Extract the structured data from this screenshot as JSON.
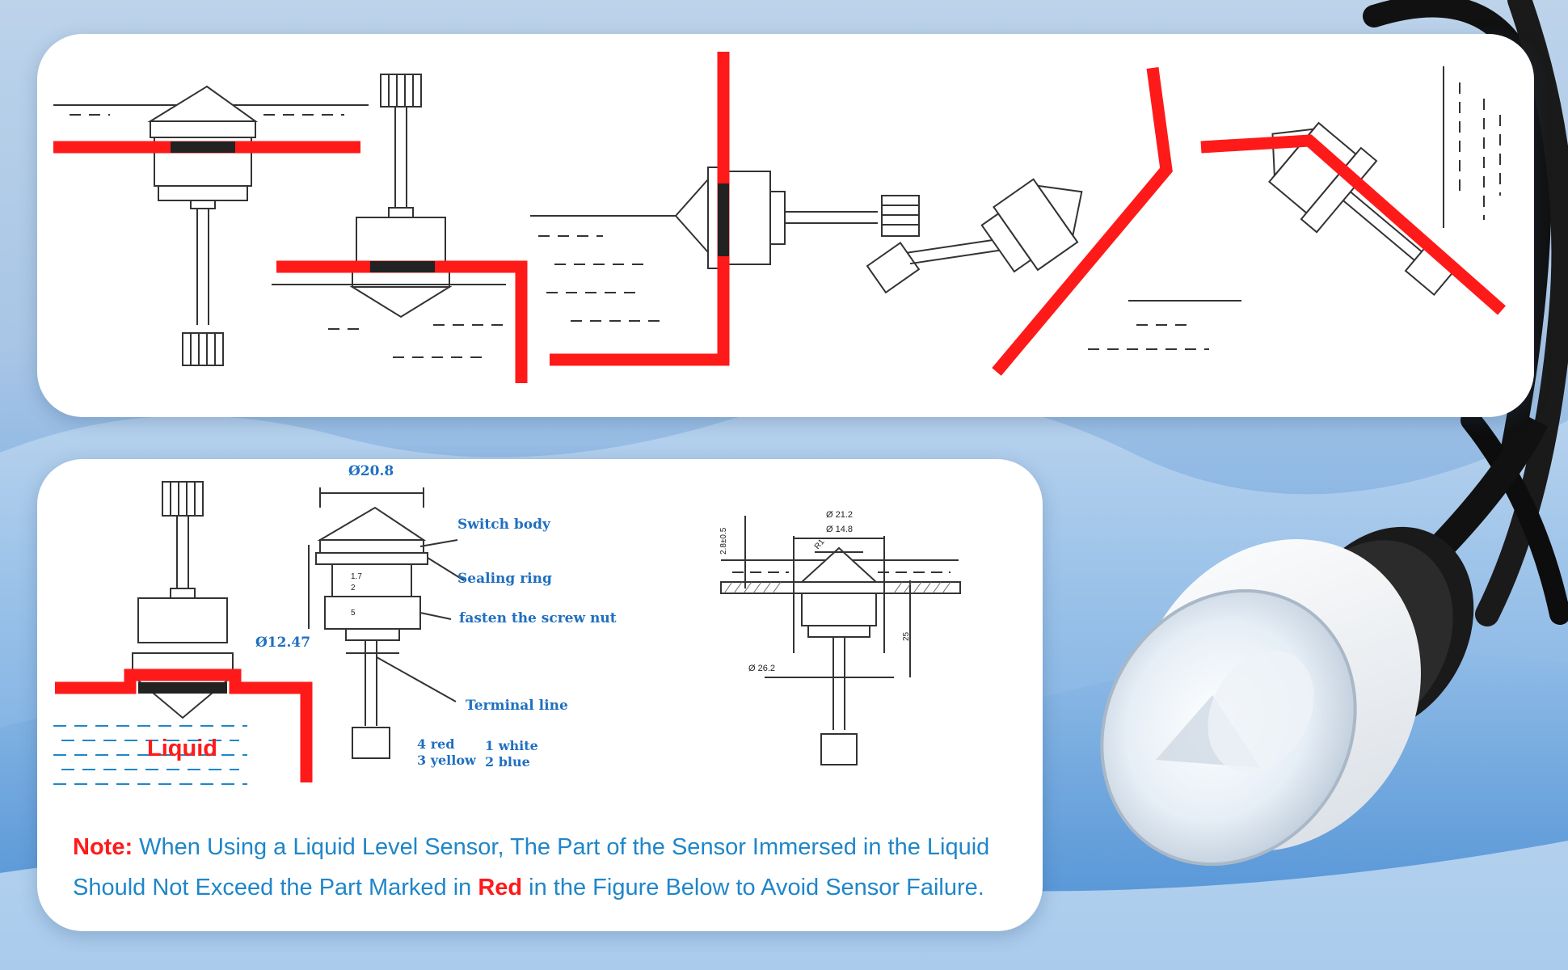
{
  "labels": {
    "diameter_top": "Ø20.8",
    "switch_body": "Switch body",
    "sealing_ring": "Sealing ring",
    "screw_nut": "fasten the screw nut",
    "diameter_thread": "Ø12.47",
    "terminal_line": "Terminal line",
    "wire_4": "4 red",
    "wire_3": "3 yellow",
    "wire_1": "1 white",
    "wire_2": "2 blue",
    "liquid": "Liquid",
    "dim_d212": "Ø 21.2",
    "dim_d148": "Ø 14.8",
    "dim_d262": "Ø 26.2",
    "dim_28": "2.8±0.5",
    "dim_r1": "R1",
    "dim_25": "25",
    "dim_17": "1.7",
    "dim_2": "2",
    "dim_5": "5"
  },
  "note": {
    "prefix": "Note:",
    "line1": " When Using a Liquid Level Sensor, The Part of the Sensor Immersed in the Liquid",
    "line2a": "Should Not Exceed the Part Marked in ",
    "red_word": "Red",
    "line2b": " in the Figure Below to Avoid Sensor Failure."
  },
  "colors": {
    "marker_red": "#ff1a1a",
    "note_blue": "#1f86c9",
    "dimension_blue": "#1f6fc0"
  }
}
